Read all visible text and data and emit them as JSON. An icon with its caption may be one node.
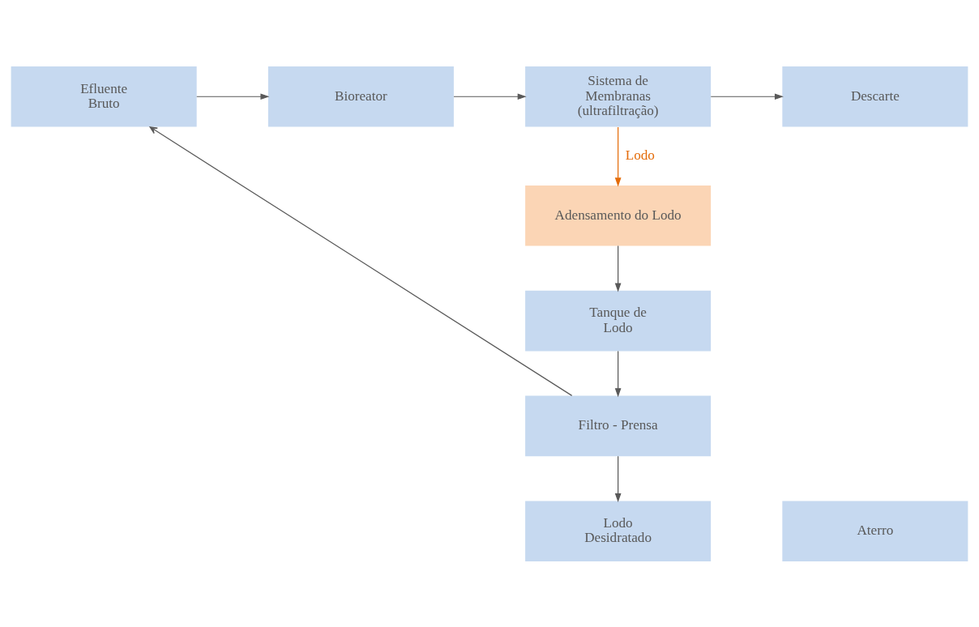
{
  "diagram": {
    "nodes": [
      {
        "text": [
          "Efluente Bruto"
        ]
      },
      {
        "text": [
          "Bioreator"
        ]
      },
      {
        "text": [
          "Sistema de Membranas (ultrafiltração)"
        ]
      },
      {
        "text": [
          "Descarte"
        ]
      },
      {
        "text": [
          "Adensamento do Lodo"
        ]
      },
      {
        "text": [
          "Tanque de Lodo"
        ]
      },
      {
        "text": [
          "Filtro - Prensa"
        ]
      },
      {
        "text": [
          "Lodo Desidratado"
        ]
      },
      {
        "text": [
          "Aterro"
        ]
      }
    ],
    "edges": [
      {
        "from": 0,
        "to": 1,
        "arrow": "to"
      },
      {
        "from": 1,
        "to": 2,
        "arrow": "to"
      },
      {
        "from": 2,
        "to": 3,
        "arrow": "to"
      },
      {
        "from": 2,
        "to": 4,
        "arrow": "to",
        "label": "Lodo",
        "color": "#e46c0a"
      },
      {
        "from": 4,
        "to": 5,
        "arrow": "to"
      },
      {
        "from": 5,
        "to": 6,
        "arrow": "to"
      },
      {
        "from": 6,
        "to": 7,
        "arrow": "to"
      },
      {
        "from": 6,
        "to": 0,
        "arrow": "to"
      }
    ]
  }
}
